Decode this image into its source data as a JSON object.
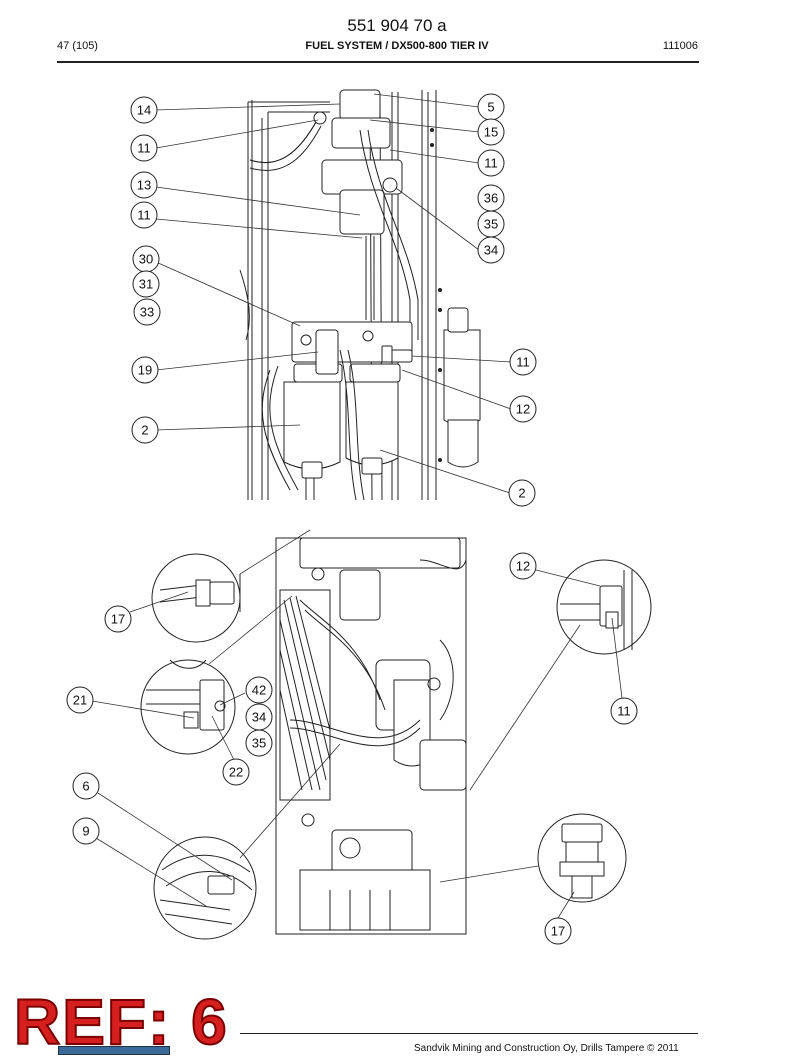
{
  "header": {
    "doc_number": "551 904 70 a",
    "page_ref": "47 (105)",
    "section_title": "FUEL SYSTEM / DX500-800 TIER IV",
    "date_code": "111006"
  },
  "callouts": [
    "14",
    "11",
    "13",
    "11",
    "30",
    "31",
    "33",
    "19",
    "2",
    "5",
    "15",
    "11",
    "36",
    "35",
    "34",
    "11",
    "12",
    "2",
    "12",
    "17",
    "21",
    "42",
    "34",
    "35",
    "22",
    "6",
    "9",
    "11",
    "17"
  ],
  "stamp": {
    "text": "REF: 6"
  },
  "footer": {
    "copyright": "Sandvik Mining and Construction Oy, Drills Tampere © 2011"
  },
  "colors": {
    "stamp_red": "#d62020",
    "stamp_outline": "#7a0000"
  }
}
